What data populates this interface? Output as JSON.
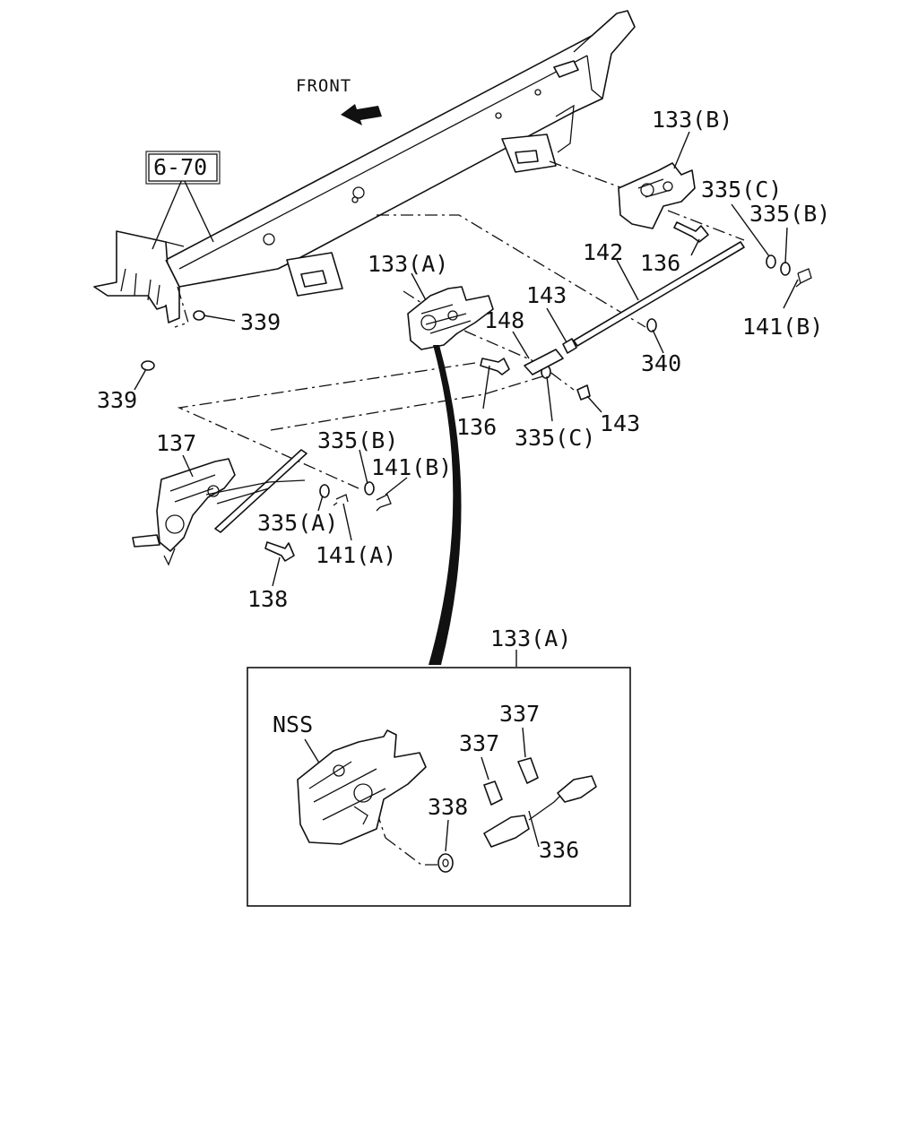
{
  "direction_label": "FRONT",
  "reference_box": "6-70",
  "callouts": {
    "c133b": "133(B)",
    "c335c_top": "335(C)",
    "c335b_top": "335(B)",
    "c142": "142",
    "c136_top": "136",
    "c141b_right": "141(B)",
    "c133a_main": "133(A)",
    "c143_top": "143",
    "c148": "148",
    "c340": "340",
    "c339_mid": "339",
    "c339_left": "339",
    "c136_mid": "136",
    "c335c_mid": "335(C)",
    "c143_mid": "143",
    "c137": "137",
    "c335b_left": "335(B)",
    "c141b_left": "141(B)",
    "c335a": "335(A)",
    "c141a": "141(A)",
    "c138": "138",
    "c133a_inset": "133(A)",
    "cNSS": "NSS",
    "c337_a": "337",
    "c337_b": "337",
    "c338": "338",
    "c336": "336"
  }
}
